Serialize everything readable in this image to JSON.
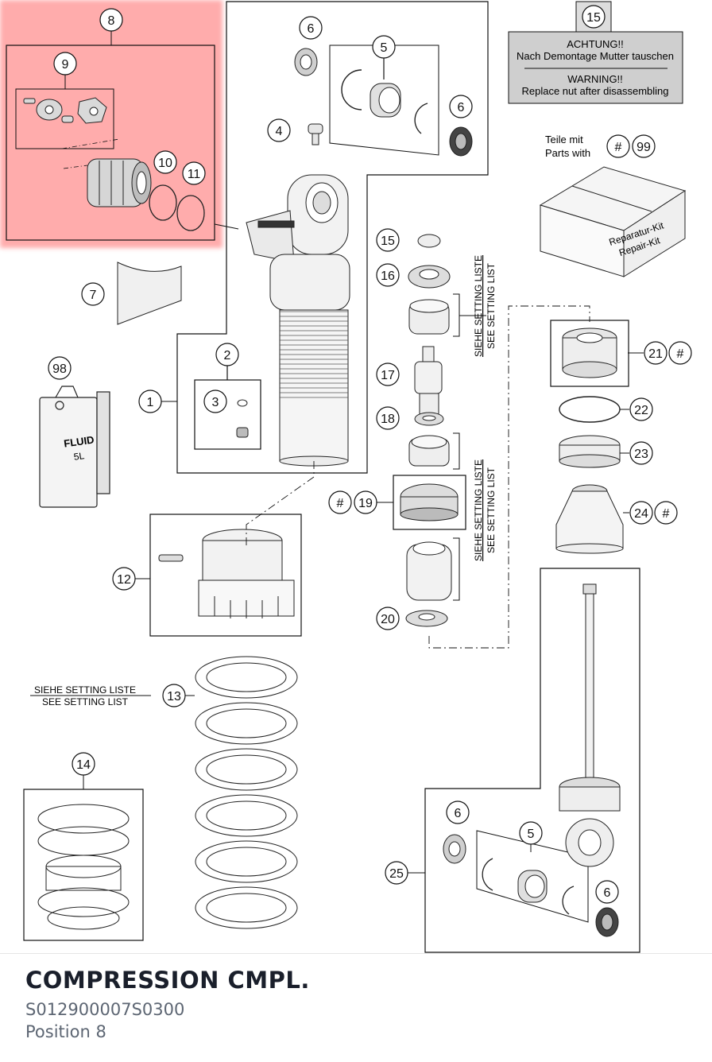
{
  "callouts": {
    "c1": "1",
    "c2": "2",
    "c3": "3",
    "c4": "4",
    "c5a": "5",
    "c5b": "5",
    "c6a": "6",
    "c6b": "6",
    "c6c": "6",
    "c6d": "6",
    "c7": "7",
    "c8": "8",
    "c9": "9",
    "c10": "10",
    "c11": "11",
    "c12": "12",
    "c13": "13",
    "c14": "14",
    "c15a": "15",
    "c15b": "15",
    "c16": "16",
    "c17": "17",
    "c18": "18",
    "c19": "19",
    "c20": "20",
    "c21": "21",
    "c22": "22",
    "c23": "23",
    "c24": "24",
    "c25": "25",
    "c98": "98",
    "c99": "99",
    "hash": "#"
  },
  "warning": {
    "de_title": "ACHTUNG!!",
    "de_text": "Nach Demontage Mutter tauschen",
    "en_title": "WARNING!!",
    "en_text": "Replace nut after disassembling"
  },
  "kit": {
    "parts_de": "Teile mit",
    "parts_en": "Parts with",
    "label_de": "Reparatur-Kit",
    "label_en": "Repair-Kit"
  },
  "setting": {
    "de": "SIEHE SETTING LISTE",
    "en": "SEE SETTING LIST"
  },
  "fluid": {
    "line1": "FLUID",
    "line2": "5L"
  },
  "highlight_color": "#ff9e9e",
  "footer": {
    "title": "COMPRESSION CMPL.",
    "code": "S012900007S0300",
    "position": "Position 8"
  }
}
